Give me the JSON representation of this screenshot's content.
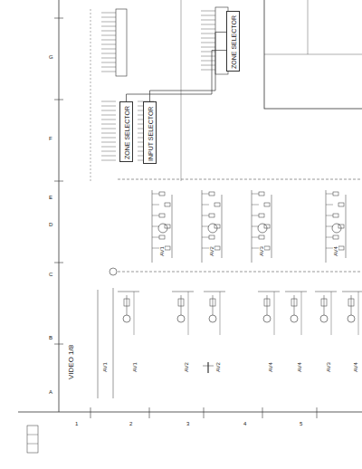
{
  "diagram": {
    "nodes": [
      {
        "text": [
          "ZONE SELECTOR"
        ]
      },
      {
        "text": [
          "INPUT SELECTOR"
        ]
      },
      {
        "text": [
          "ZONE SELECTOR"
        ]
      }
    ],
    "edges": [
      {
        "from": 1,
        "to": 2,
        "arrow": "none"
      },
      {
        "from": 0,
        "to": 2,
        "arrow": "none"
      }
    ],
    "labels": [
      "VIDEO 1/8",
      "AV1",
      "AV2",
      "AV3",
      "AV4",
      "AV1",
      "AV1",
      "AV2",
      "AV2",
      "AV4",
      "AV4",
      "AV3",
      "AV4",
      "G",
      "F",
      "E",
      "D",
      "C",
      "B",
      "A",
      "1",
      "2",
      "3",
      "4",
      "5"
    ]
  }
}
